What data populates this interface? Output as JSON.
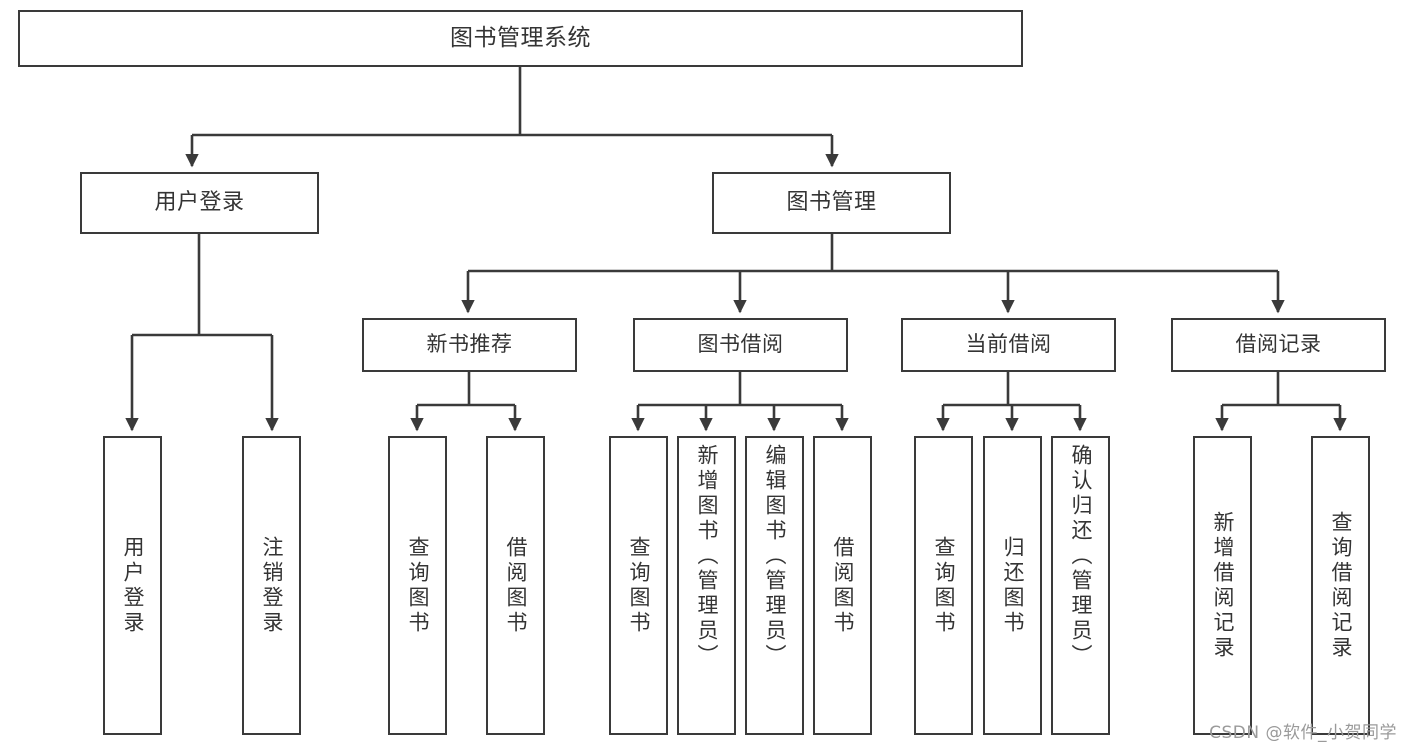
{
  "diagram": {
    "title": "图书管理系统",
    "type": "tree",
    "stroke_color": "#3a3a3a",
    "text_color": "#343434",
    "background_color": "#ffffff"
  },
  "root": {
    "label": "图书管理系统"
  },
  "branches": [
    {
      "label": "用户登录"
    },
    {
      "label": "图书管理"
    }
  ],
  "subbranches": [
    {
      "label": "新书推荐"
    },
    {
      "label": "图书借阅"
    },
    {
      "label": "当前借阅"
    },
    {
      "label": "借阅记录"
    }
  ],
  "leaves": {
    "user_login": [
      {
        "label": "用户登录"
      },
      {
        "label": "注销登录"
      }
    ],
    "new_book_recommend": [
      {
        "label": "查询图书"
      },
      {
        "label": "借阅图书"
      }
    ],
    "book_borrow": [
      {
        "label": "查询图书"
      },
      {
        "label": "新增图书（管理员）"
      },
      {
        "label": "编辑图书（管理员）"
      },
      {
        "label": "借阅图书"
      }
    ],
    "current_borrow": [
      {
        "label": "查询图书"
      },
      {
        "label": "归还图书"
      },
      {
        "label": "确认归还（管理员）"
      }
    ],
    "borrow_record": [
      {
        "label": "新增借阅记录"
      },
      {
        "label": "查询借阅记录"
      }
    ]
  },
  "watermark": {
    "text": "CSDN @软件_小贺同学"
  }
}
